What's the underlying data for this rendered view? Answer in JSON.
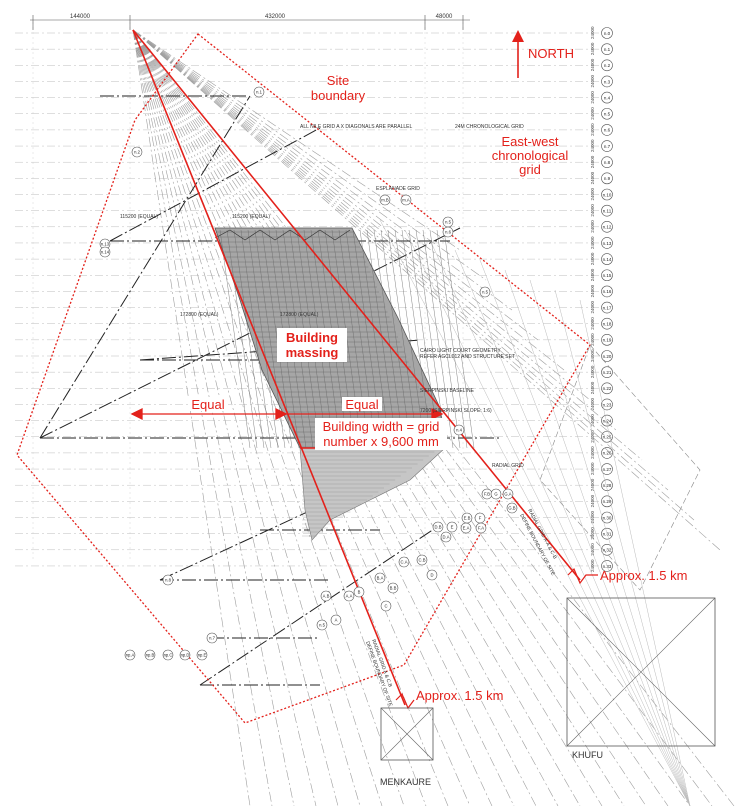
{
  "labels": {
    "north": "NORTH",
    "site_boundary": [
      "Site",
      "boundary"
    ],
    "ew_grid": [
      "East-west",
      "chronological",
      "grid"
    ],
    "building_massing": [
      "Building",
      "massing"
    ],
    "equal_left": "Equal",
    "equal_right": "Equal",
    "building_width": [
      "Building width = grid",
      "number x 9,600 mm"
    ],
    "approx_right": "Approx. 1.5 km",
    "approx_bottom": "Approx. 1.5 km",
    "menkaure": "MENKAURE",
    "khufu": "KHUFU"
  },
  "dimensions": {
    "top_left": "144000",
    "top_mid": "432000",
    "top_right": "48000",
    "equal_115_a": "115200 (EQUAL)",
    "equal_115_b": "115200 (EQUAL)",
    "equal_172_a": "172800 (EQUAL)",
    "equal_172_b": "172800 (EQUAL)"
  },
  "annotations": {
    "nile_grid": "ALL NILE GRID A X DIAGONALS ARE PARALLEL",
    "chrono_grid": "24M CHRONOLOGICAL GRID",
    "esplanade": "ESPLANADE GRID",
    "cairo_light": "CAIRO LIGHT COURT GEOMETRY",
    "refer": "REFER AGCL012 AND STRUCTURE SET",
    "sierpinski_baseline": "SIERPINSKI BASELINE",
    "sierpinski_slope": "7200 (SIERPINSKI SLOPE: 1:6)",
    "radial_grid": "RADIAL GRID",
    "radial_right": "RADIAL GRID A-A & C-B",
    "radial_right_2": "DEFINE BOUNDARY OF SITE",
    "radial_left": "RADIAL GRID A & C.B",
    "radial_left_2": "DEFINE BOUNDARY OF SITE"
  },
  "right_grid": [
    "n.0",
    "n.1",
    "n.2",
    "n.3",
    "n.4",
    "n.5",
    "n.6",
    "n.7",
    "n.8",
    "n.9",
    "n.10",
    "n.11",
    "n.12",
    "n.13",
    "n.14",
    "n.15",
    "n.16",
    "n.17",
    "n.18",
    "n.19",
    "n.20",
    "n.21",
    "n.22",
    "n.23",
    "n.24",
    "n.25",
    "n.26",
    "n.27",
    "n.28",
    "n.29",
    "n.30",
    "n.31",
    "n.32",
    "n.33"
  ],
  "right_spacing": "24000",
  "bubbles": [
    "n.1",
    "n.2",
    "n.5",
    "n.6",
    "m.B",
    "m.A",
    "n.13",
    "n.14",
    "n.5",
    "n.4",
    "A.B",
    "A.A",
    "A",
    "B",
    "B.A",
    "B.B",
    "C",
    "C.A",
    "C.B",
    "D",
    "D.A",
    "D.B",
    "E",
    "E.A",
    "E.B",
    "F",
    "F.A",
    "F.B",
    "G",
    "G.A",
    "G.B",
    "n.8",
    "n.5",
    "n.7",
    "np.A",
    "np.B",
    "np.C",
    "np.D",
    "np.E"
  ],
  "colors": {
    "accent": "#e3211b",
    "massing": "#9a9a9a"
  }
}
